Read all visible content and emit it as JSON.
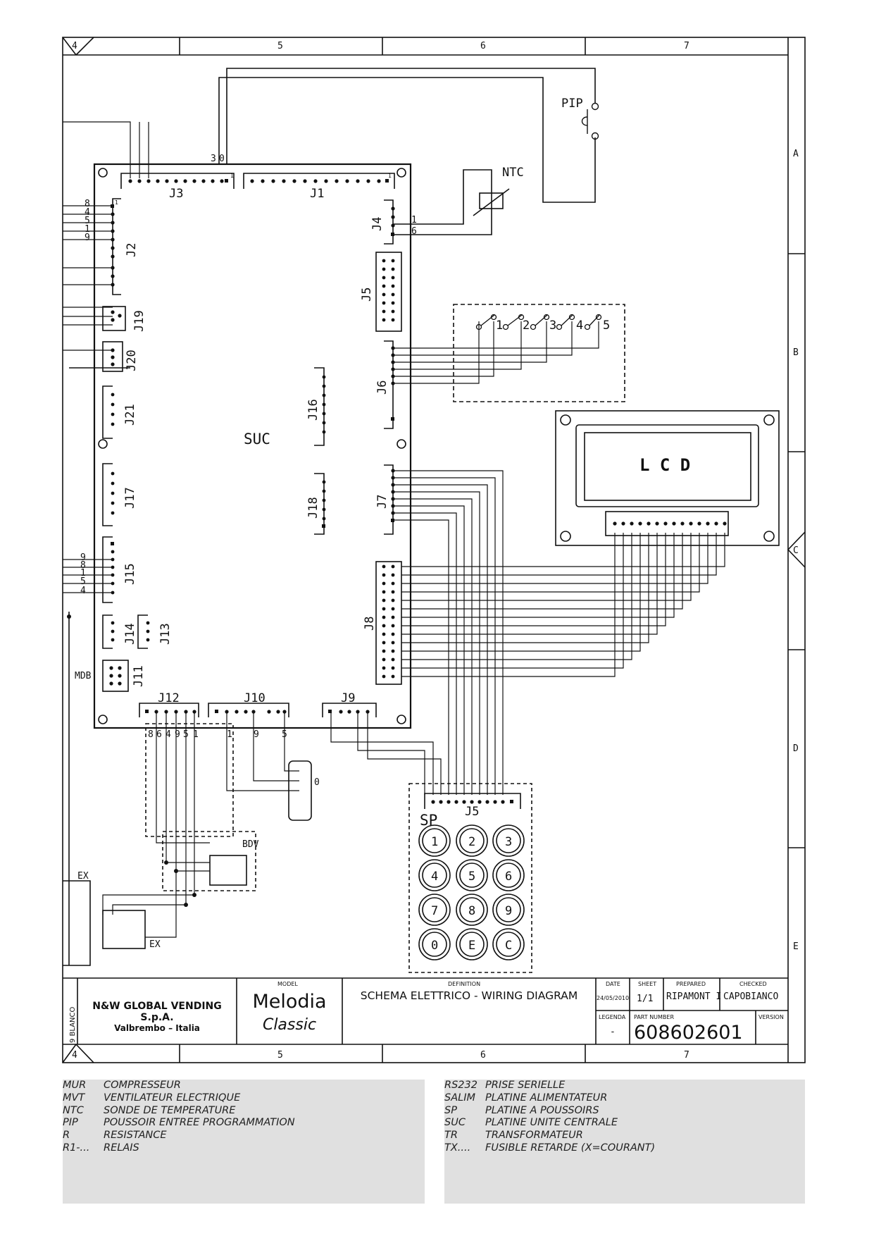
{
  "frame": {
    "columns_top": [
      "4",
      "5",
      "6",
      "7"
    ],
    "columns_bottom": [
      "4",
      "5",
      "6",
      "7"
    ],
    "rows": [
      "A",
      "B",
      "C",
      "D",
      "E"
    ]
  },
  "board": {
    "name": "SUC",
    "connectors": {
      "J1": "J1",
      "J2": "J2",
      "J3": "J3",
      "J4": "J4",
      "J5": "J5",
      "J6": "J6",
      "J7": "J7",
      "J8": "J8",
      "J9": "J9",
      "J10": "J10",
      "J11": "J11",
      "J12": "J12",
      "J13": "J13",
      "J14": "J14",
      "J15": "J15",
      "J16": "J16",
      "J17": "J17",
      "J18": "J18",
      "J19": "J19",
      "J20": "J20",
      "J21": "J21"
    },
    "j3_pins": [
      "3",
      "0"
    ],
    "j2_pins": [
      "8",
      "4",
      "5",
      "1",
      "9"
    ],
    "j15_pins": [
      "9",
      "8",
      "1",
      "5",
      "4"
    ],
    "j4_pins": [
      "1",
      "6"
    ],
    "j12_pins": [
      "8",
      "6",
      "4",
      "9",
      "5",
      "1"
    ],
    "j10_pins": [
      "1",
      "9",
      "5"
    ],
    "pin_one": "1",
    "mdb": "MDB"
  },
  "components": {
    "pip": "PIP",
    "ntc": "NTC",
    "lcd": "L C D",
    "switches": [
      "1",
      "2",
      "3",
      "4",
      "5"
    ],
    "sp": "SP",
    "sp_connector": "J5",
    "keypad": [
      "1",
      "2",
      "3",
      "4",
      "5",
      "6",
      "7",
      "8",
      "9",
      "0",
      "E",
      "C"
    ],
    "bdv": "BDV",
    "ex_top": "EX",
    "ex_bottom": "EX",
    "rs232_pin": "0"
  },
  "title_block": {
    "company": "N&W GLOBAL VENDING S.p.A.",
    "location": "Valbrembo – Italia",
    "model_header": "MODEL",
    "model_line1": "Melodia",
    "model_line2": "Classic",
    "definition_header": "DEFINITION",
    "definition": "SCHEMA ELETTRICO - WIRING DIAGRAM",
    "date_header": "DATE",
    "date": "24/05/2010",
    "sheet_header": "SHEET",
    "sheet": "1/1",
    "prepared_header": "PREPARED",
    "prepared": "RIPAMONT I",
    "checked_header": "CHECKED",
    "checked": "CAPOBIANCO",
    "legenda_header": "LEGENDA",
    "legenda": "-",
    "part_number_header": "PART NUMBER",
    "part_number": "608602601",
    "version_header": "VERSION",
    "side_text": "9 BLANCO"
  },
  "legend_left": [
    {
      "code": "MUR",
      "text": "COMPRESSEUR"
    },
    {
      "code": "MVT",
      "text": "VENTILATEUR ELECTRIQUE"
    },
    {
      "code": "NTC",
      "text": "SONDE DE TEMPERATURE"
    },
    {
      "code": "PIP",
      "text": "POUSSOIR ENTREE PROGRAMMATION"
    },
    {
      "code": "R",
      "text": "RESISTANCE"
    },
    {
      "code": "R1-...",
      "text": "RELAIS"
    }
  ],
  "legend_right": [
    {
      "code": "RS232",
      "text": "PRISE SERIELLE"
    },
    {
      "code": "SALIM",
      "text": "PLATINE ALIMENTATEUR"
    },
    {
      "code": "SP",
      "text": "PLATINE A POUSSOIRS"
    },
    {
      "code": "SUC",
      "text": "PLATINE UNITE CENTRALE"
    },
    {
      "code": "TR",
      "text": "TRANSFORMATEUR"
    },
    {
      "code": "TX....",
      "text": "FUSIBLE RETARDE (X=COURANT)"
    }
  ]
}
